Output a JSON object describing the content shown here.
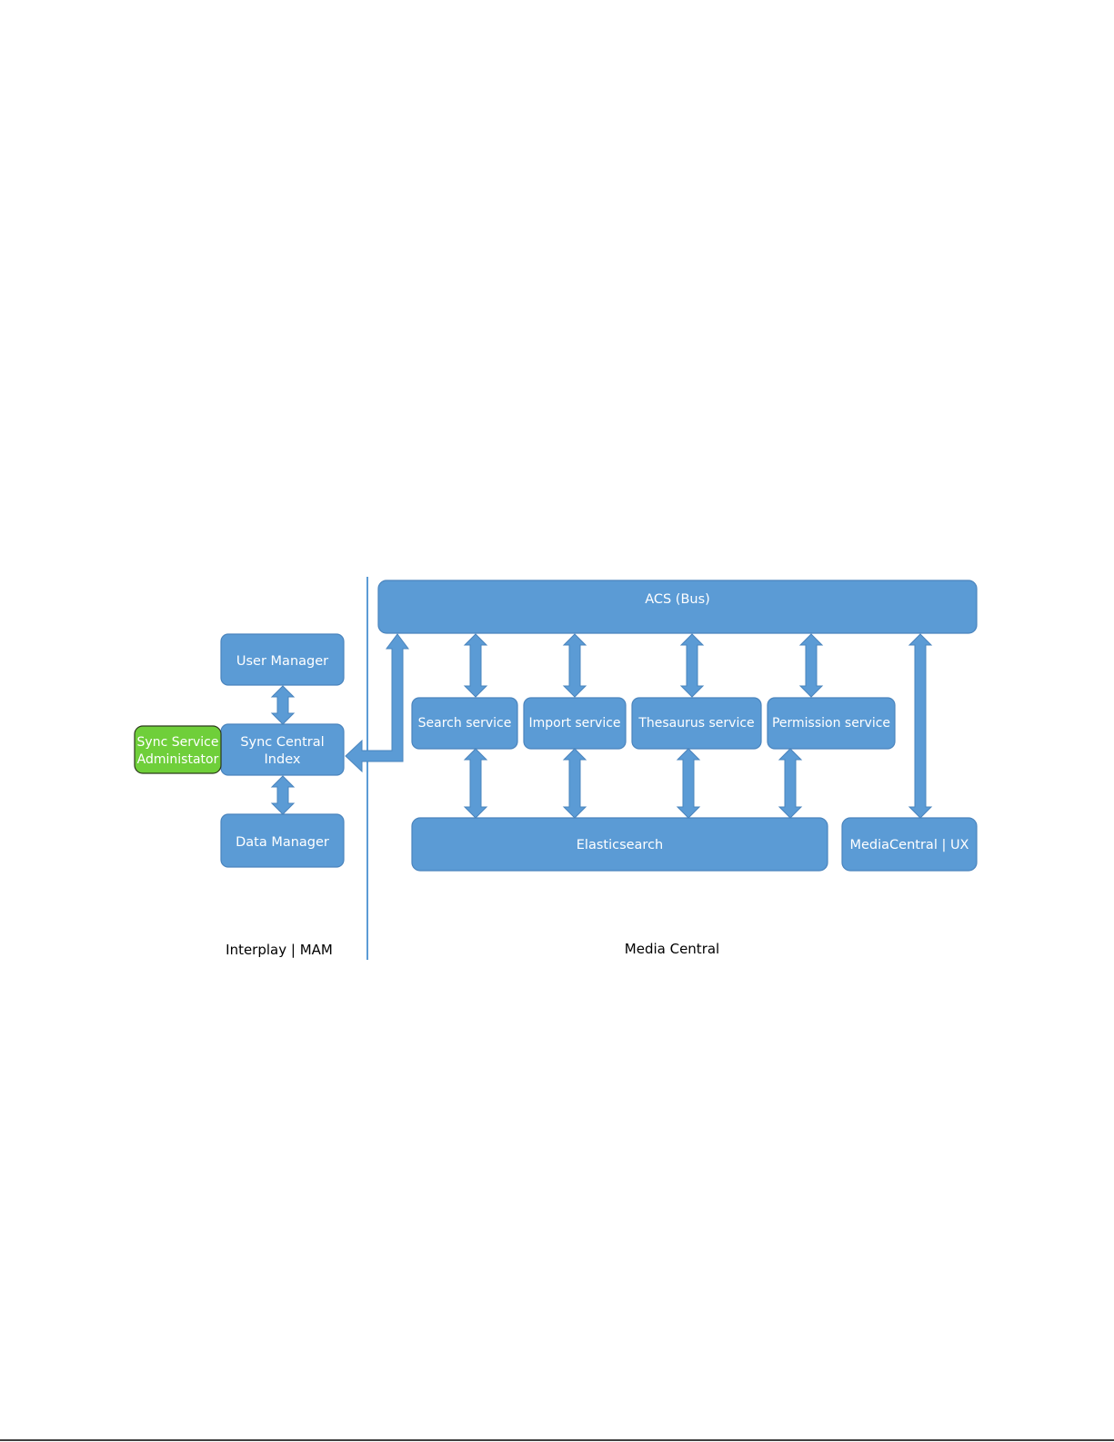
{
  "nodes": {
    "acs_bus": "ACS (Bus)",
    "user_manager": "User Manager",
    "sync_central_index": [
      "Sync Central",
      "Index"
    ],
    "sync_service_admin": [
      "Sync Service",
      "Administator"
    ],
    "data_manager": "Data Manager",
    "search_service": "Search service",
    "import_service": "Import service",
    "thesaurus_service": "Thesaurus service",
    "permission_service": "Permission service",
    "elasticsearch": "Elasticsearch",
    "mediacentral_ux": "MediaCentral | UX"
  },
  "regions": {
    "left": "Interplay | MAM",
    "right": "Media Central"
  },
  "colors": {
    "box_fill": "#5b9bd5",
    "highlight_fill": "#6fcf3a",
    "divider": "#5b9bd5"
  },
  "connections": [
    {
      "from": "User Manager",
      "to": "Sync Central Index",
      "type": "bidirectional"
    },
    {
      "from": "Sync Central Index",
      "to": "Data Manager",
      "type": "bidirectional"
    },
    {
      "from": "ACS (Bus)",
      "to": "Sync Central Index",
      "type": "directed"
    },
    {
      "from": "ACS (Bus)",
      "to": "Search service",
      "type": "bidirectional"
    },
    {
      "from": "ACS (Bus)",
      "to": "Import service",
      "type": "bidirectional"
    },
    {
      "from": "ACS (Bus)",
      "to": "Thesaurus service",
      "type": "bidirectional"
    },
    {
      "from": "ACS (Bus)",
      "to": "Permission service",
      "type": "bidirectional"
    },
    {
      "from": "ACS (Bus)",
      "to": "MediaCentral | UX",
      "type": "bidirectional"
    },
    {
      "from": "Search service",
      "to": "Elasticsearch",
      "type": "bidirectional"
    },
    {
      "from": "Import service",
      "to": "Elasticsearch",
      "type": "bidirectional"
    },
    {
      "from": "Thesaurus service",
      "to": "Elasticsearch",
      "type": "bidirectional"
    },
    {
      "from": "Permission service",
      "to": "Elasticsearch",
      "type": "bidirectional"
    }
  ]
}
